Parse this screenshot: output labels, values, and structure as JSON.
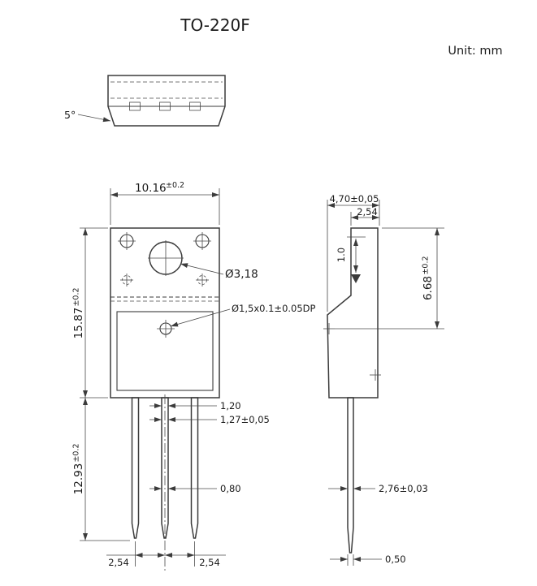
{
  "title": "TO-220F",
  "unit": "Unit: mm",
  "top_view": {
    "angle": "5°"
  },
  "front_view": {
    "width": {
      "value": "10.16",
      "tol": "±0.2"
    },
    "body_height": {
      "value": "15.87",
      "tol": "±0.2"
    },
    "lead_length": {
      "value": "12.93",
      "tol": "±0.2"
    },
    "hole_dia": "Ø3,18",
    "dimple": "Ø1,5x0.1±0.05DP",
    "lead_width_upper": "1,20",
    "lead_width_mid": "1,27±0,05",
    "lead_width_lower": "0,80",
    "pitch_left": "2,54",
    "pitch_right": "2,54"
  },
  "side_view": {
    "total_thickness": "4,70±0,05",
    "tab_thickness": "2,54",
    "step": "1.0",
    "hole_offset": {
      "value": "6.68",
      "tol": "±0.2"
    },
    "body_to_lead": "2,76±0,03",
    "lead_thickness": "0,50"
  }
}
